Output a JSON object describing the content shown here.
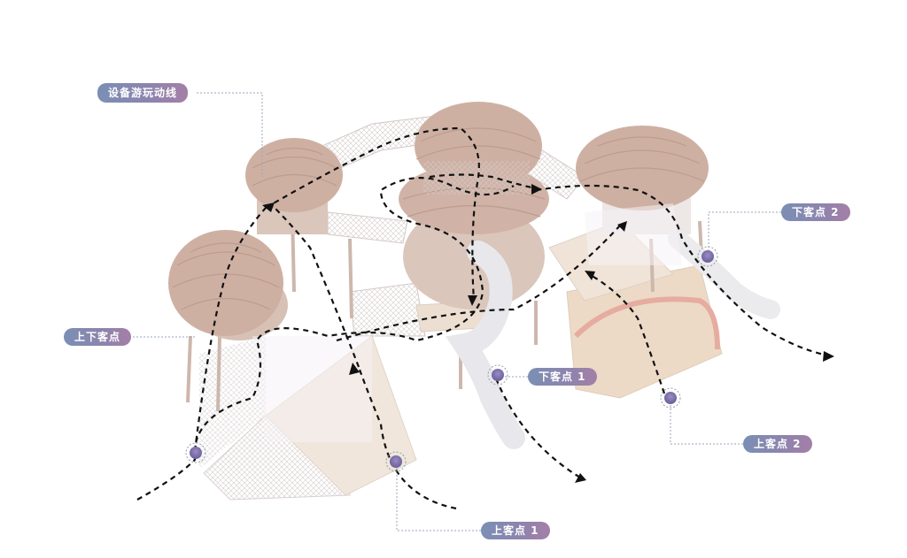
{
  "labels": {
    "route": "设备游玩动线",
    "up_down_point": "上下客点",
    "alight_point_2": "下客点 2",
    "alight_point_1": "下客点 1",
    "board_point_2": "上客点 2",
    "board_point_1": "上客点 1"
  },
  "colors": {
    "label_gradient_start": "#7b8fb4",
    "label_gradient_end": "#a47fa6",
    "marker": "#7a6ba6",
    "path": "#111111",
    "roof": "#c9a89a",
    "deck": "#e8d2bc",
    "slide": "#e9e9ec",
    "net": "#d8d3d3"
  },
  "icons": {
    "stop_marker": "location-dot-icon",
    "route_arrow": "arrow-head-icon"
  }
}
